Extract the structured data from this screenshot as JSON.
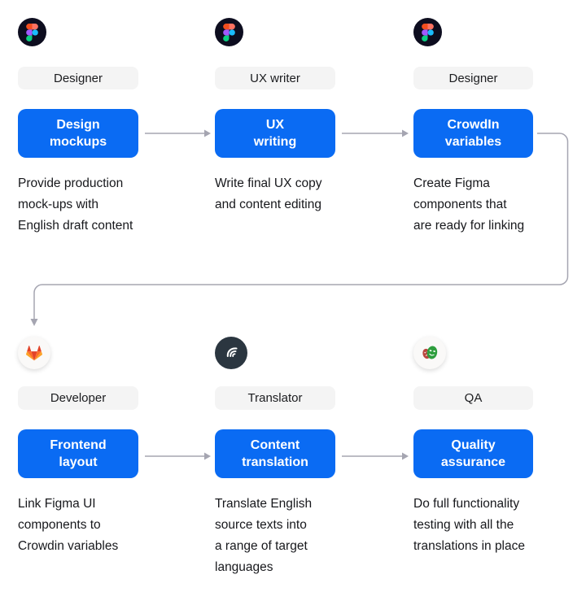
{
  "colors": {
    "accent": "#0a6bf3",
    "connector": "#a5a5b1",
    "pill_bg": "#f4f4f4",
    "text": "#17181c",
    "figma_circle": "#0d0d1f",
    "crowdin_circle": "#2b3640"
  },
  "steps": [
    {
      "icon": "figma-icon",
      "role": "Designer",
      "action": "Design\nmockups",
      "description": "Provide production\nmock-ups with\nEnglish draft content"
    },
    {
      "icon": "figma-icon",
      "role": "UX writer",
      "action": "UX\nwriting",
      "description": "Write final UX copy\nand content editing"
    },
    {
      "icon": "figma-icon",
      "role": "Designer",
      "action": "CrowdIn\nvariables",
      "description": "Create Figma\ncomponents that\nare ready for linking"
    },
    {
      "icon": "gitlab-icon",
      "role": "Developer",
      "action": "Frontend\nlayout",
      "description": "Link Figma UI\ncomponents to\nCrowdin variables"
    },
    {
      "icon": "crowdin-icon",
      "role": "Translator",
      "action": "Content\ntranslation",
      "description": "Translate English\nsource texts into\na range of target\nlanguages"
    },
    {
      "icon": "playwright-icon",
      "role": "QA",
      "action": "Quality\nassurance",
      "description": "Do full functionality\ntesting with all the\ntranslations in place"
    }
  ]
}
